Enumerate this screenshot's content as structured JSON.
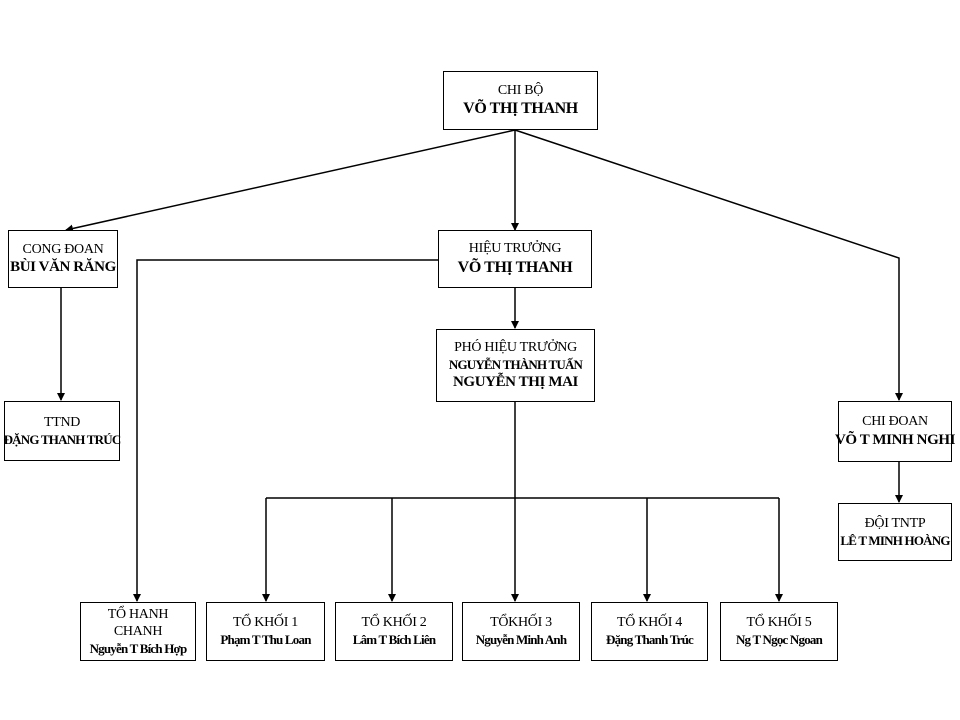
{
  "chi_bo": {
    "title": "CHI BỘ",
    "names": [
      "VÕ THỊ THANH"
    ]
  },
  "cong_doan": {
    "title": "CONG ĐOAN",
    "names": [
      "BÙI VĂN RĂNG"
    ]
  },
  "hieu_truong": {
    "title": "HIỆU TRƯỞNG",
    "names": [
      "VÕ THỊ THANH"
    ]
  },
  "chi_doan": {
    "title": "CHI ĐOAN",
    "names": [
      "VÕ T MINH NGHI"
    ]
  },
  "ttnd": {
    "title": "TTND",
    "names": [
      "ĐẶNG THANH TRÚC"
    ]
  },
  "pho_hieu_truong": {
    "title": "PHÓ HIỆU TRƯỞNG",
    "names": [
      "NGUYỄN THÀNH TUẤN",
      "NGUYỄN THỊ MAI"
    ]
  },
  "doi_tntp": {
    "title": "ĐỘI TNTP",
    "names": [
      "LÊ T MINH HOÀNG"
    ]
  },
  "to_hanh_chanh": {
    "title": "TỔ HANH CHANH",
    "names": [
      "Nguyễn T Bích Hợp"
    ]
  },
  "to_khoi_1": {
    "title": "TỔ KHỐI 1",
    "names": [
      "Phạm T Thu Loan"
    ]
  },
  "to_khoi_2": {
    "title": "TỔ KHỐI 2",
    "names": [
      "Lâm T Bích Liên"
    ]
  },
  "to_khoi_3": {
    "title": "TỔKHỐI 3",
    "names": [
      "Nguyễn Minh Anh"
    ]
  },
  "to_khoi_4": {
    "title": "TỔ KHỐI 4",
    "names": [
      "Đặng Thanh Trúc"
    ]
  },
  "to_khoi_5": {
    "title": "TỔ KHỐI 5",
    "names": [
      "Ng T Ngọc Ngoan"
    ]
  }
}
